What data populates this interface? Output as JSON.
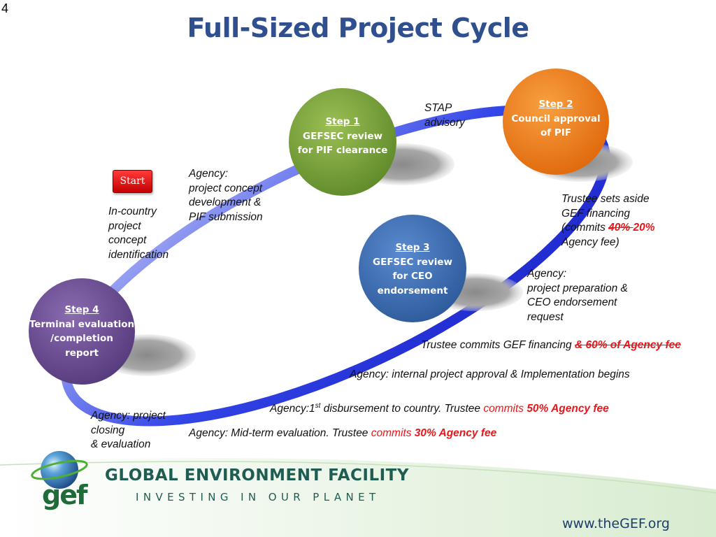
{
  "slide_number": "4",
  "title": "Full-Sized Project Cycle",
  "start_label": "Start",
  "steps": [
    {
      "step": "Step 1",
      "lines": [
        "GEFSEC review",
        "for PIF clearance"
      ]
    },
    {
      "step": "Step 2",
      "lines": [
        "Council approval",
        "of PIF"
      ]
    },
    {
      "step": "Step 3",
      "lines": [
        "GEFSEC review",
        "for CEO",
        "endorsement"
      ]
    },
    {
      "step": "Step 4",
      "lines": [
        "Terminal evaluation",
        "/completion",
        "report"
      ]
    }
  ],
  "notes": {
    "stap": [
      "STAP",
      "advisory"
    ],
    "agency_concept": [
      "Agency:",
      "project concept",
      "development &",
      "PIF submission"
    ],
    "in_country": [
      "In-country",
      "project",
      "concept",
      "identification"
    ],
    "trustee_sets_aside": {
      "line1": "Trustee sets aside",
      "line2": "GEF financing",
      "line3_prefix": "(commits ",
      "struck_value": "40% ",
      "new_value": " 20%",
      "line4": "Agency fee)"
    },
    "agency_preparation": [
      "Agency:",
      "project preparation &",
      "CEO endorsement",
      "request"
    ],
    "trustee_commits": {
      "text": "Trustee commits GEF financing ",
      "struck": "& 60% of Agency fee"
    },
    "internal_approval": "Agency: internal project approval & Implementation begins",
    "disbursement": {
      "prefix": "Agency:1",
      "sup": "st",
      "mid": " disbursement to country. Trustee ",
      "red": "commits ",
      "red_bold": "50% Agency fee"
    },
    "closing": [
      "Agency: project",
      "closing",
      "& evaluation"
    ],
    "midterm": {
      "prefix": "Agency: Mid-term evaluation. Trustee ",
      "red": "commits ",
      "red_bold": "30% Agency fee"
    }
  },
  "footer": {
    "org_name": "GLOBAL ENVIRONMENT FACILITY",
    "tagline": "INVESTING IN OUR PLANET",
    "logo_text": "gef",
    "website": "www.theGEF.org"
  },
  "colors": {
    "title": "#2f4f8f",
    "ellipse": "#2a3ce6",
    "step1": "#7ea33c",
    "step2": "#f0821e",
    "step3": "#3c6fb5",
    "step4": "#6b4d92",
    "red_text": "#e8171b",
    "brand_green": "#1f5d52"
  }
}
